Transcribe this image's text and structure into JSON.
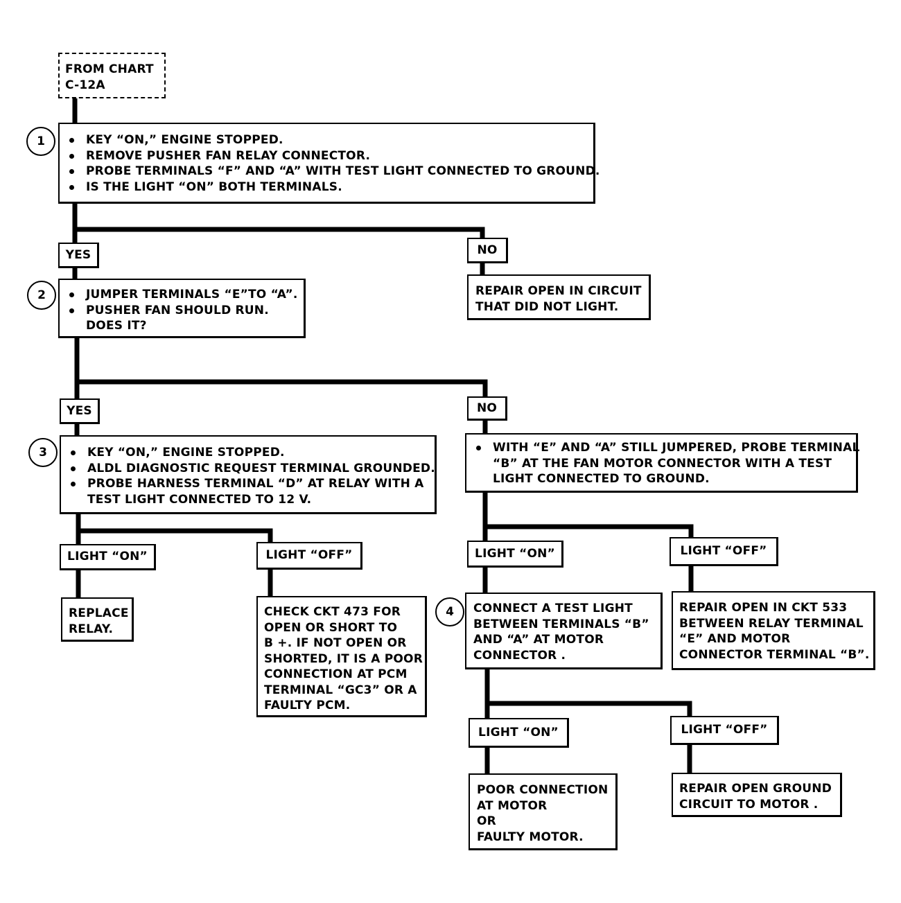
{
  "start": [
    "FROM CHART",
    "C-12A"
  ],
  "step1": {
    "number": "1",
    "bullets": [
      "KEY “ON,” ENGINE STOPPED.",
      "REMOVE PUSHER FAN RELAY CONNECTOR.",
      "PROBE TERMINALS “F” AND “A” WITH TEST LIGHT CONNECTED TO GROUND.",
      "IS THE LIGHT “ON” BOTH TERMINALS."
    ]
  },
  "branch1": {
    "yes": "YES",
    "no": "NO",
    "no_result": [
      "REPAIR OPEN IN CIRCUIT",
      "THAT DID NOT LIGHT."
    ]
  },
  "step2": {
    "number": "2",
    "bullets": [
      "JUMPER TERMINALS “E”TO “A”.",
      "PUSHER FAN SHOULD RUN."
    ],
    "continuation": "DOES IT?"
  },
  "branch2": {
    "yes": "YES",
    "no": "NO"
  },
  "step3": {
    "number": "3",
    "bullets": [
      "KEY “ON,” ENGINE STOPPED.",
      "ALDL DIAGNOSTIC REQUEST TERMINAL GROUNDED.",
      "PROBE HARNESS TERMINAL “D” AT RELAY WITH A"
    ],
    "continuation": "TEST LIGHT CONNECTED TO 12 V."
  },
  "branch3": {
    "on": "LIGHT “ON”",
    "off": "LIGHT “OFF”",
    "on_result": [
      "REPLACE",
      "RELAY."
    ],
    "off_result": [
      "CHECK CKT 473 FOR",
      "OPEN OR SHORT TO",
      "B +.  IF NOT OPEN OR",
      "SHORTED, IT IS A POOR",
      "CONNECTION AT PCM",
      "TERMINAL “GC3” OR A",
      "FAULTY PCM."
    ]
  },
  "no_step": {
    "bullet": "WITH “E” AND “A” STILL JUMPERED, PROBE TERMINAL",
    "continuation": [
      "“B” AT THE FAN MOTOR CONNECTOR WITH A TEST",
      "LIGHT CONNECTED TO GROUND."
    ]
  },
  "branch4": {
    "on": "LIGHT “ON”",
    "off": "LIGHT “OFF”",
    "off_result": [
      "REPAIR OPEN IN CKT 533",
      "BETWEEN RELAY TERMINAL",
      "“E” AND MOTOR",
      "CONNECTOR TERMINAL “B”."
    ]
  },
  "step4": {
    "number": "4",
    "lines": [
      "CONNECT A TEST LIGHT",
      "BETWEEN TERMINALS “B”",
      "AND “A” AT MOTOR",
      "CONNECTOR ."
    ]
  },
  "branch5": {
    "on": "LIGHT “ON”",
    "off": "LIGHT “OFF”",
    "on_result": [
      "POOR CONNECTION",
      "AT MOTOR",
      "OR",
      "FAULTY MOTOR."
    ],
    "off_result": [
      "REPAIR OPEN GROUND",
      "CIRCUIT TO MOTOR ."
    ]
  }
}
